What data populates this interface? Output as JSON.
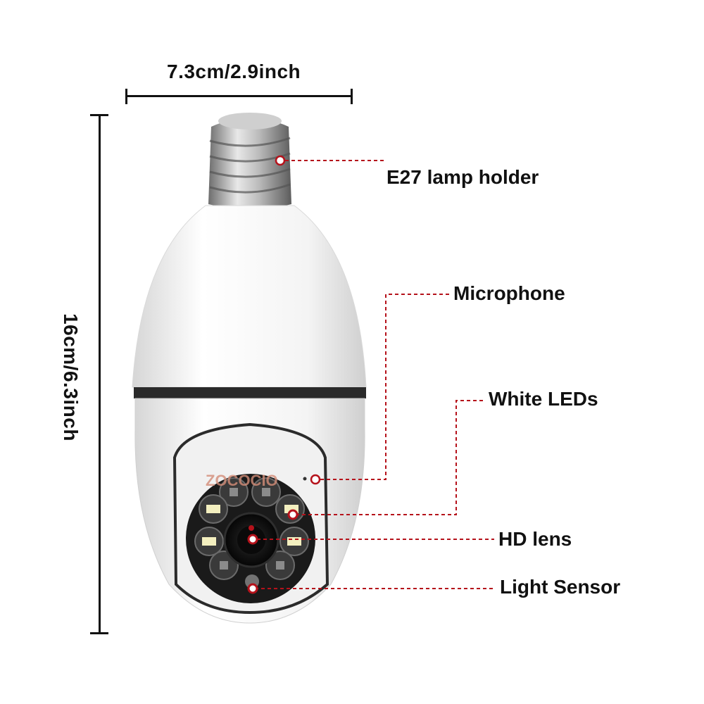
{
  "dimensions": {
    "width_label": "7.3cm/2.9inch",
    "height_label": "16cm/6.3inch"
  },
  "callouts": [
    {
      "label": "E27 lamp holder"
    },
    {
      "label": "Microphone"
    },
    {
      "label": "White LEDs"
    },
    {
      "label": "HD lens"
    },
    {
      "label": "Light Sensor"
    }
  ],
  "watermark": {
    "text": "ZOCOCIO"
  },
  "colors": {
    "callout_line": "#b5121b",
    "text": "#111111",
    "body": "#f4f4f4",
    "lens_ring": "#1a1a1a",
    "led_white": "#f3efbf"
  }
}
